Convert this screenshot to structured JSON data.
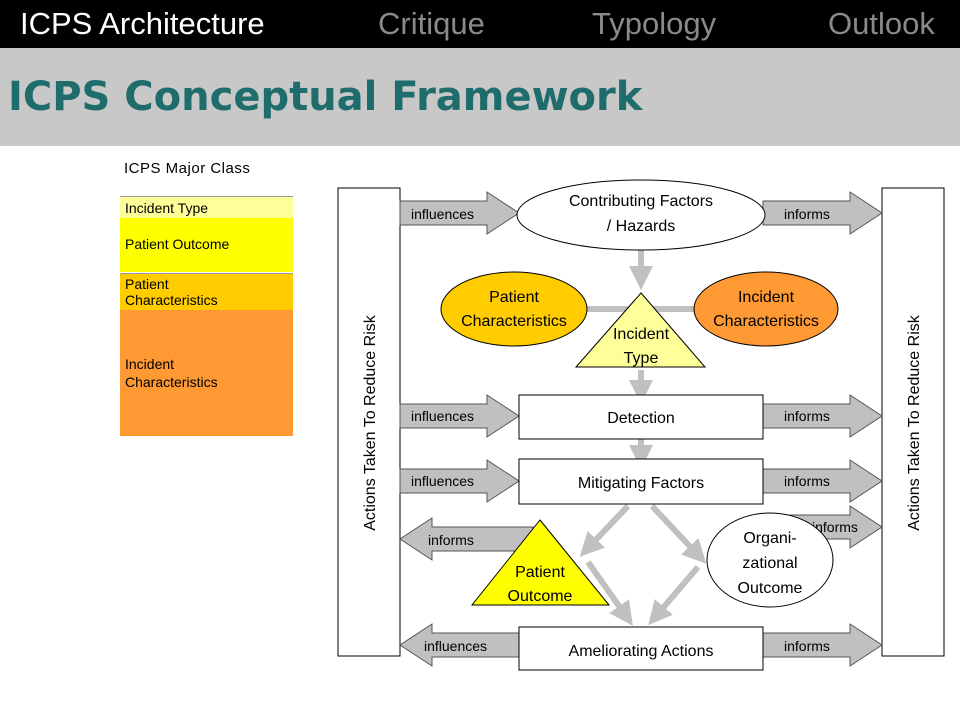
{
  "nav": {
    "tabs": [
      {
        "label": "ICPS Architecture",
        "active": true
      },
      {
        "label": "Critique",
        "active": false
      },
      {
        "label": "Typology",
        "active": false
      },
      {
        "label": "Outlook",
        "active": false
      }
    ]
  },
  "title": "ICPS Conceptual Framework",
  "legend": {
    "title": "ICPS Major Class",
    "items": [
      {
        "label": "Incident Type",
        "color": "#ffff99"
      },
      {
        "label": "Patient Outcome",
        "color": "#ffff00"
      },
      {
        "label": "Patient Characteristics",
        "lines": [
          "Patient",
          "Characteristics"
        ],
        "color": "#ffcc00"
      },
      {
        "label": "Incident Characteristics",
        "lines": [
          "Incident",
          "Characteristics"
        ],
        "color": "#ff9933"
      }
    ]
  },
  "diagram": {
    "side_left": "Actions Taken To Reduce Risk",
    "side_right": "Actions Taken To Reduce Risk",
    "contributing": [
      "Contributing Factors",
      "/ Hazards"
    ],
    "patient_char": [
      "Patient",
      "Characteristics"
    ],
    "incident_char": [
      "Incident",
      "Characteristics"
    ],
    "incident_type": [
      "Incident",
      "Type"
    ],
    "detection": "Detection",
    "mitigating": "Mitigating Factors",
    "patient_outcome": [
      "Patient",
      "Outcome"
    ],
    "org_outcome": [
      "Organi-",
      "zational",
      "Outcome"
    ],
    "ameliorating": "Ameliorating Actions",
    "arrow_labels": {
      "influences": "influences",
      "informs": "informs"
    }
  },
  "colors": {
    "nav_bg": "#000000",
    "title_band": "#c8c8c8",
    "title_text": "#1f6c6c",
    "arrow_fill": "#c0c0c0",
    "incident_type": "#ffff99",
    "patient_outcome": "#ffff00",
    "patient_char": "#ffcc00",
    "incident_char": "#ff9933"
  }
}
